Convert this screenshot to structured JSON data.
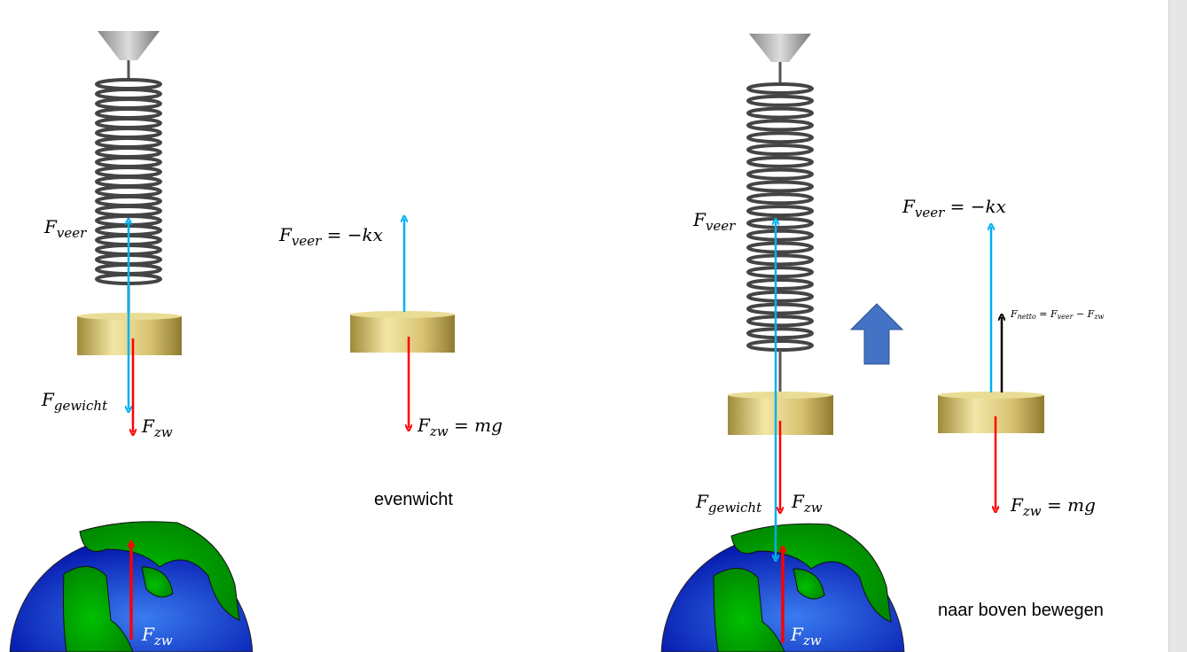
{
  "labels": {
    "f": "F",
    "veer": "veer",
    "gewicht": "gewicht",
    "zw": "zw",
    "netto": "netto",
    "eq_kx": " = −kx",
    "eq_mg": " = mg",
    "eq": " = ",
    "minus": " − "
  },
  "captions": {
    "left": "evenwicht",
    "right": "naar boven bewegen"
  },
  "colors": {
    "spring_force": "#00b0f0",
    "gravity": "#ff0000",
    "net": "#000000",
    "motion_arrow": "#4472c4"
  }
}
